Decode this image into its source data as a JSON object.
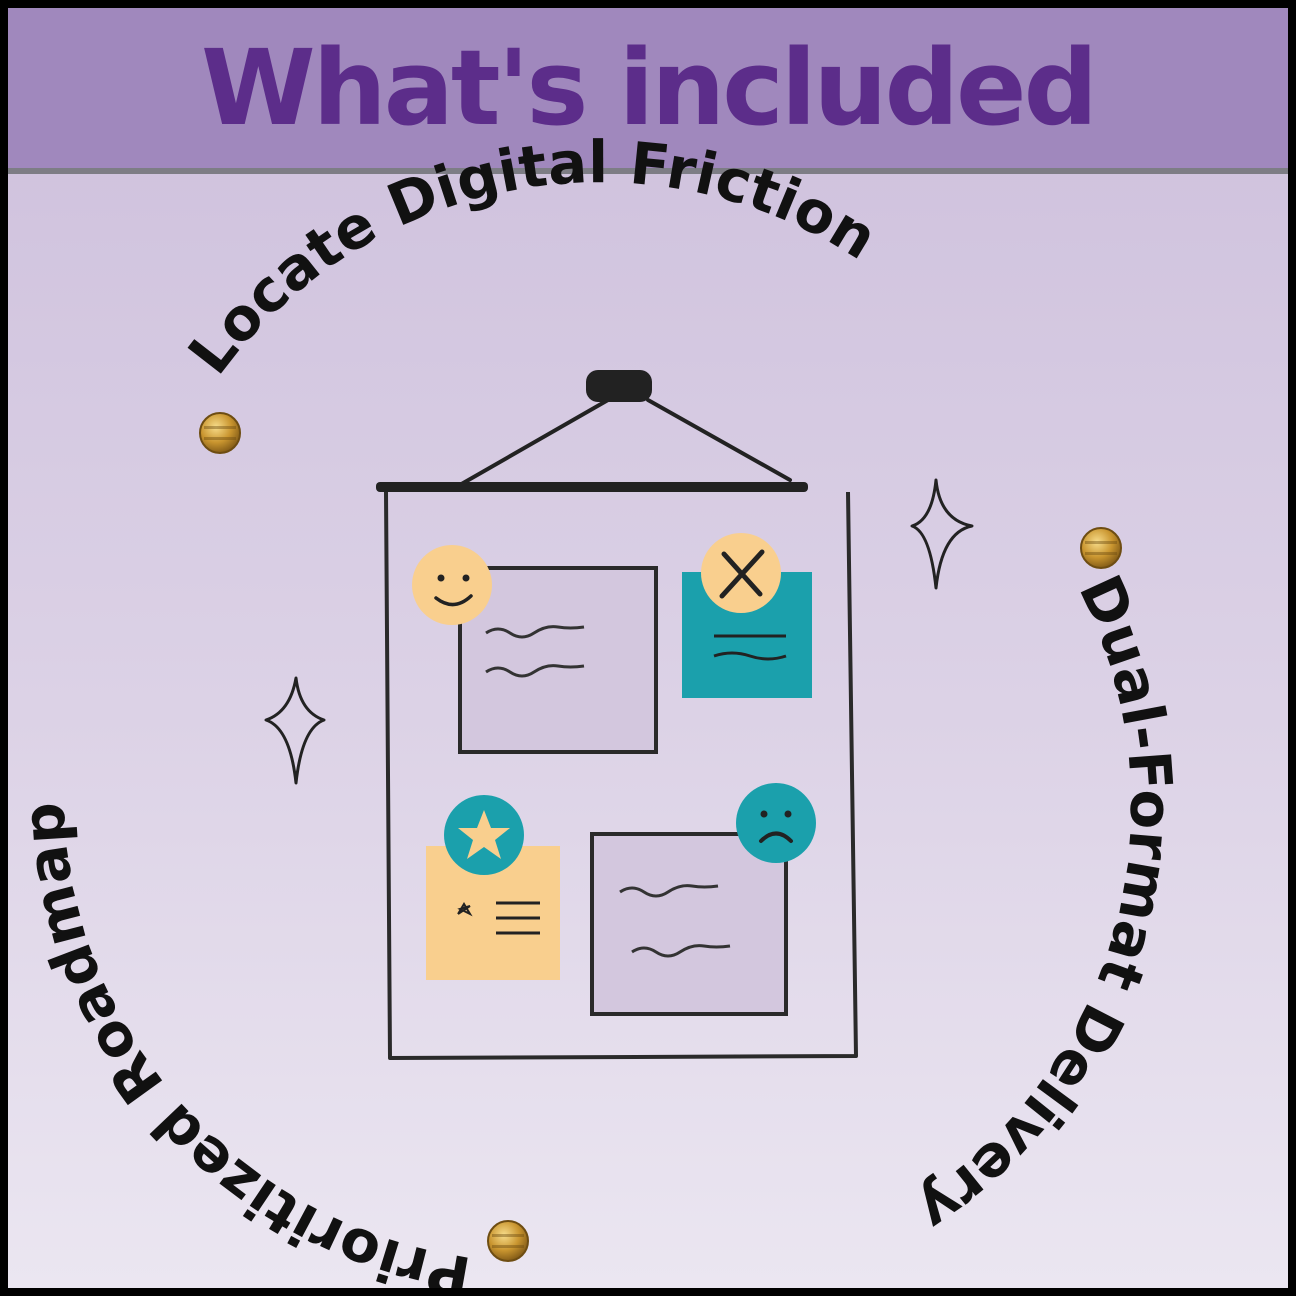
{
  "header": {
    "title": "What's included"
  },
  "items": [
    {
      "label": "Locate Digital Friction"
    },
    {
      "label": "Dual-Format Delivery"
    },
    {
      "label": "Prioritized Roadmap"
    }
  ],
  "colors": {
    "banner": "#a088bd",
    "title": "#5c2d8a",
    "teal": "#1ba0ac",
    "peach": "#f9cf8e",
    "gold": "#c9952f"
  },
  "icons": [
    "smiley-icon",
    "x-mark-icon",
    "star-icon",
    "frown-icon",
    "sparkle-icon",
    "gold-bullet-icon"
  ]
}
